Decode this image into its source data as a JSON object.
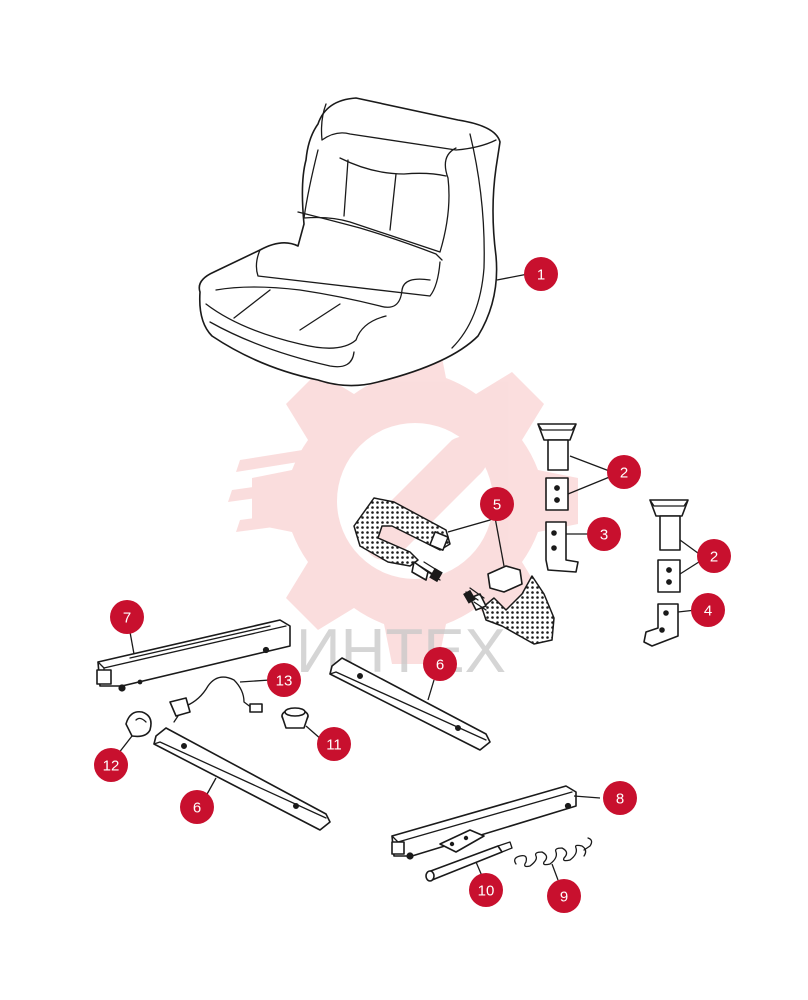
{
  "watermark": {
    "text": "ИНТЕХ",
    "gear_color": "#f7c3c3",
    "text_color": "#c8c8c8"
  },
  "callout_color": "#c8102e",
  "callouts": [
    {
      "id": "c1",
      "label": "1"
    },
    {
      "id": "c2a",
      "label": "2"
    },
    {
      "id": "c2b",
      "label": "2"
    },
    {
      "id": "c3",
      "label": "3"
    },
    {
      "id": "c4",
      "label": "4"
    },
    {
      "id": "c5",
      "label": "5"
    },
    {
      "id": "c6a",
      "label": "6"
    },
    {
      "id": "c6b",
      "label": "6"
    },
    {
      "id": "c7",
      "label": "7"
    },
    {
      "id": "c8",
      "label": "8"
    },
    {
      "id": "c9",
      "label": "9"
    },
    {
      "id": "c10",
      "label": "10"
    },
    {
      "id": "c11",
      "label": "11"
    },
    {
      "id": "c12",
      "label": "12"
    },
    {
      "id": "c13",
      "label": "13"
    }
  ]
}
